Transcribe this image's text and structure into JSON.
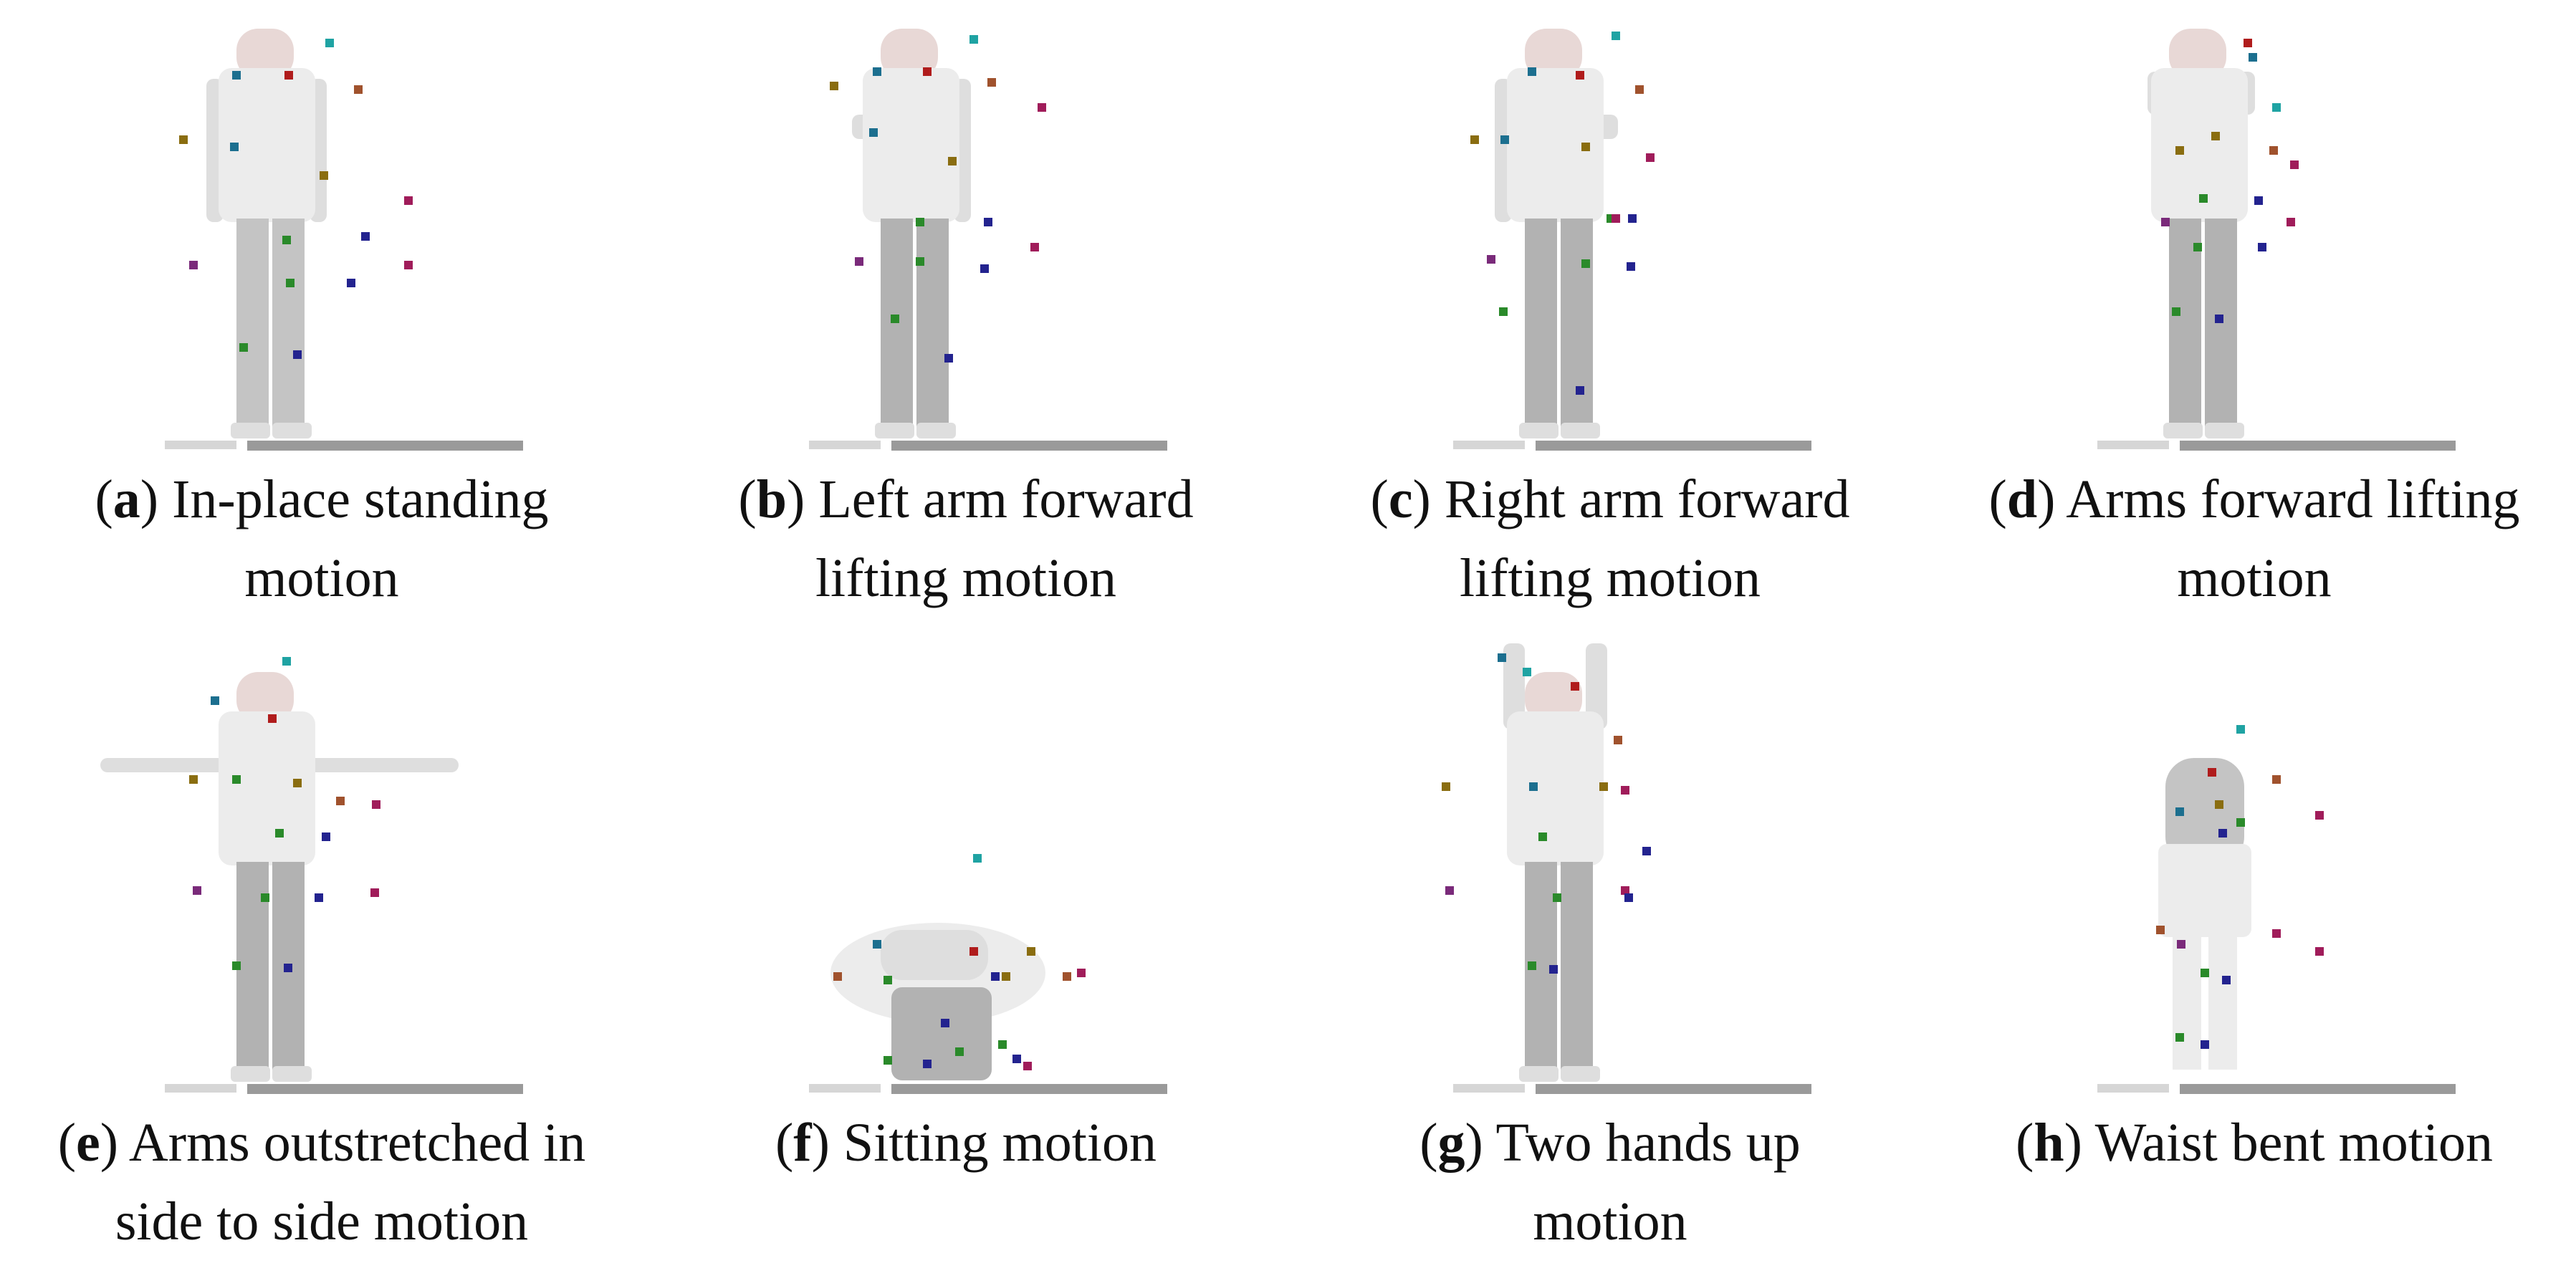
{
  "figure": {
    "panels": [
      {
        "letter": "a",
        "paren_open": "(",
        "paren_close": ")",
        "line1": " In-place standing",
        "line2": "motion",
        "pose": "standing"
      },
      {
        "letter": "b",
        "paren_open": "(",
        "paren_close": ")",
        "line1": " Left arm forward",
        "line2": "lifting motion",
        "pose": "left-arm-forward"
      },
      {
        "letter": "c",
        "paren_open": "(",
        "paren_close": ")",
        "line1": " Right arm forward",
        "line2": "lifting motion",
        "pose": "right-arm-forward"
      },
      {
        "letter": "d",
        "paren_open": "(",
        "paren_close": ")",
        "line1": " Arms forward lifting",
        "line2": "motion",
        "pose": "arms-forward"
      },
      {
        "letter": "e",
        "paren_open": "(",
        "paren_close": ")",
        "line1": " Arms outstretched in",
        "line2": "side to side motion",
        "pose": "arms-outstretched"
      },
      {
        "letter": "f",
        "paren_open": "(",
        "paren_close": ")",
        "line1": " Sitting motion",
        "line2": "",
        "pose": "sitting"
      },
      {
        "letter": "g",
        "paren_open": "(",
        "paren_close": ")",
        "line1": " Two hands up",
        "line2": "motion",
        "pose": "hands-up"
      },
      {
        "letter": "h",
        "paren_open": "(",
        "paren_close": ")",
        "line1": " Waist bent motion",
        "line2": "",
        "pose": "waist-bent"
      }
    ],
    "marker_colors": [
      "#1fa3a3",
      "#1c6f8f",
      "#b01c1c",
      "#a0522d",
      "#8a6d10",
      "#2a8a2a",
      "#23238f",
      "#7a2a7a",
      "#a01c5a"
    ]
  }
}
